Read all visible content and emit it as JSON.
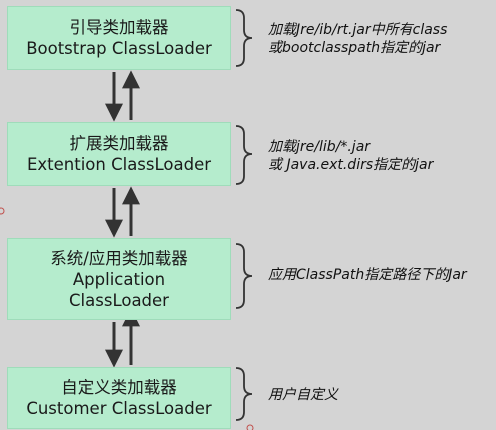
{
  "loaders": [
    {
      "name": "引导类加载器",
      "class_lines": [
        "Bootstrap ClassLoader"
      ]
    },
    {
      "name": "扩展类加载器",
      "class_lines": [
        "Extention ClassLoader"
      ]
    },
    {
      "name": "系统/应用类加载器",
      "class_lines": [
        "Application",
        "ClassLoader"
      ]
    },
    {
      "name": "自定义类加载器",
      "class_lines": [
        "Customer ClassLoader"
      ]
    }
  ],
  "annotations": [
    [
      "加载Jre/ib/rt.jar中所有class",
      "或bootclasspath指定的jar"
    ],
    [
      "加载jre/lib/*.jar",
      "或 Java.ext.dirs指定的jar"
    ],
    [
      "应用ClassPath指定路径下的Jar"
    ],
    [
      "用户自定义"
    ]
  ],
  "colors": {
    "background": "#d4d4d4",
    "box_fill": "#b5eccd",
    "arrow": "#333333"
  }
}
